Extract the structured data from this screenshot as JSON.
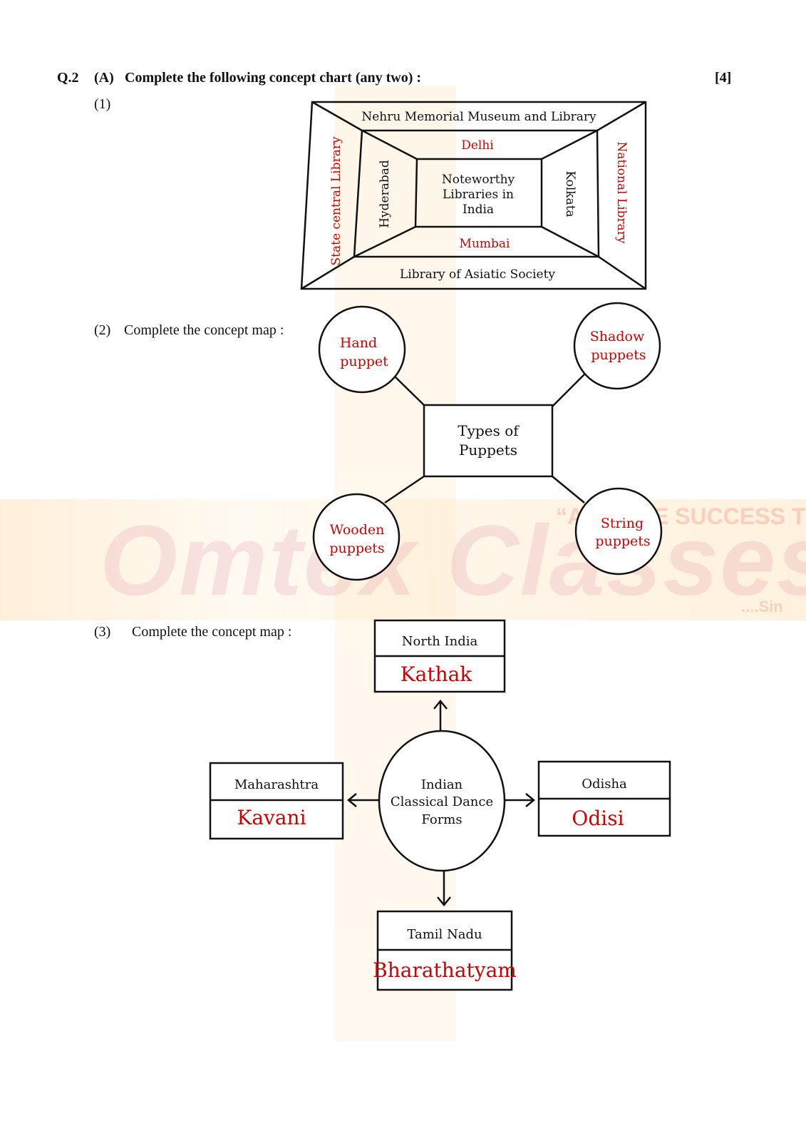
{
  "watermark": {
    "brand": "Omtex Classes",
    "slogan": "“ACHIEVE SUCCESS THR",
    "since": "....Sin"
  },
  "header": {
    "qnum": "Q.2",
    "part": "(A)",
    "instruction": "Complete the following concept chart (any two) :",
    "marks": "[4]"
  },
  "item1": {
    "number": "(1)",
    "center": [
      "Noteworthy",
      "Libraries in",
      "India"
    ],
    "top_outer": "Nehru Memorial Museum and Library",
    "top_inner": "Delhi",
    "bottom_outer": "Library of Asiatic Society",
    "bottom_inner": "Mumbai",
    "left_outer": "State central Library",
    "left_inner": "Hyderabad",
    "right_outer": "National Library",
    "right_inner": "Kolkata"
  },
  "item2": {
    "number": "(2)",
    "prompt": "Complete the concept map :",
    "center": [
      "Types of",
      "Puppets"
    ],
    "top_left": [
      "Hand",
      "puppet"
    ],
    "top_right": [
      "Shadow",
      "puppets"
    ],
    "bottom_left": [
      "Wooden",
      "puppets"
    ],
    "bottom_right": [
      "String",
      "puppets"
    ]
  },
  "item3": {
    "number": "(3)",
    "prompt": "Complete the concept map :",
    "center": [
      "Indian",
      "Classical Dance",
      "Forms"
    ],
    "north": {
      "region": "North India",
      "dance": "Kathak"
    },
    "west": {
      "region": "Maharashtra",
      "dance": "Kavani"
    },
    "east": {
      "region": "Odisha",
      "dance": "Odisi"
    },
    "south": {
      "region": "Tamil Nadu",
      "dance": "Bharathatyam"
    }
  },
  "colors": {
    "answer": "#d40000",
    "ink": "#111111"
  }
}
